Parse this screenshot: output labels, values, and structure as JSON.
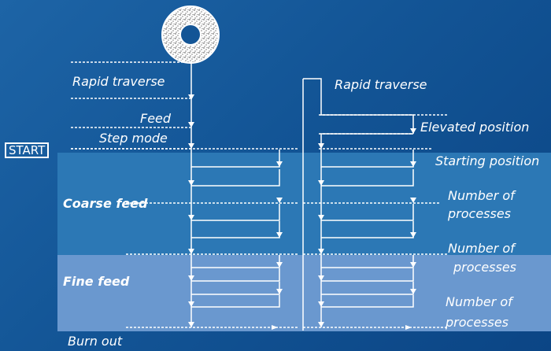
{
  "labels": {
    "start": "START",
    "rapid_traverse_left": "Rapid traverse",
    "feed": "Feed",
    "step_mode": "Step mode",
    "coarse_feed": "Coarse feed",
    "fine_feed": "Fine feed",
    "burn_out": "Burn out",
    "rapid_traverse_right": "Rapid traverse",
    "elevated_position": "Elevated position",
    "starting_position": "Starting position",
    "number_of_processes_1": [
      "Number of",
      "processes"
    ],
    "number_of_processes_2": [
      "Number of",
      "processes"
    ],
    "number_of_processes_3": [
      "Number of",
      "processes"
    ]
  },
  "colors": {
    "background": "#135596",
    "coarse_band": "#2c78b5",
    "fine_band": "#6a98cf",
    "lines": "#ffffff"
  },
  "icons": {
    "grinding_wheel": "grinding-wheel-icon"
  }
}
